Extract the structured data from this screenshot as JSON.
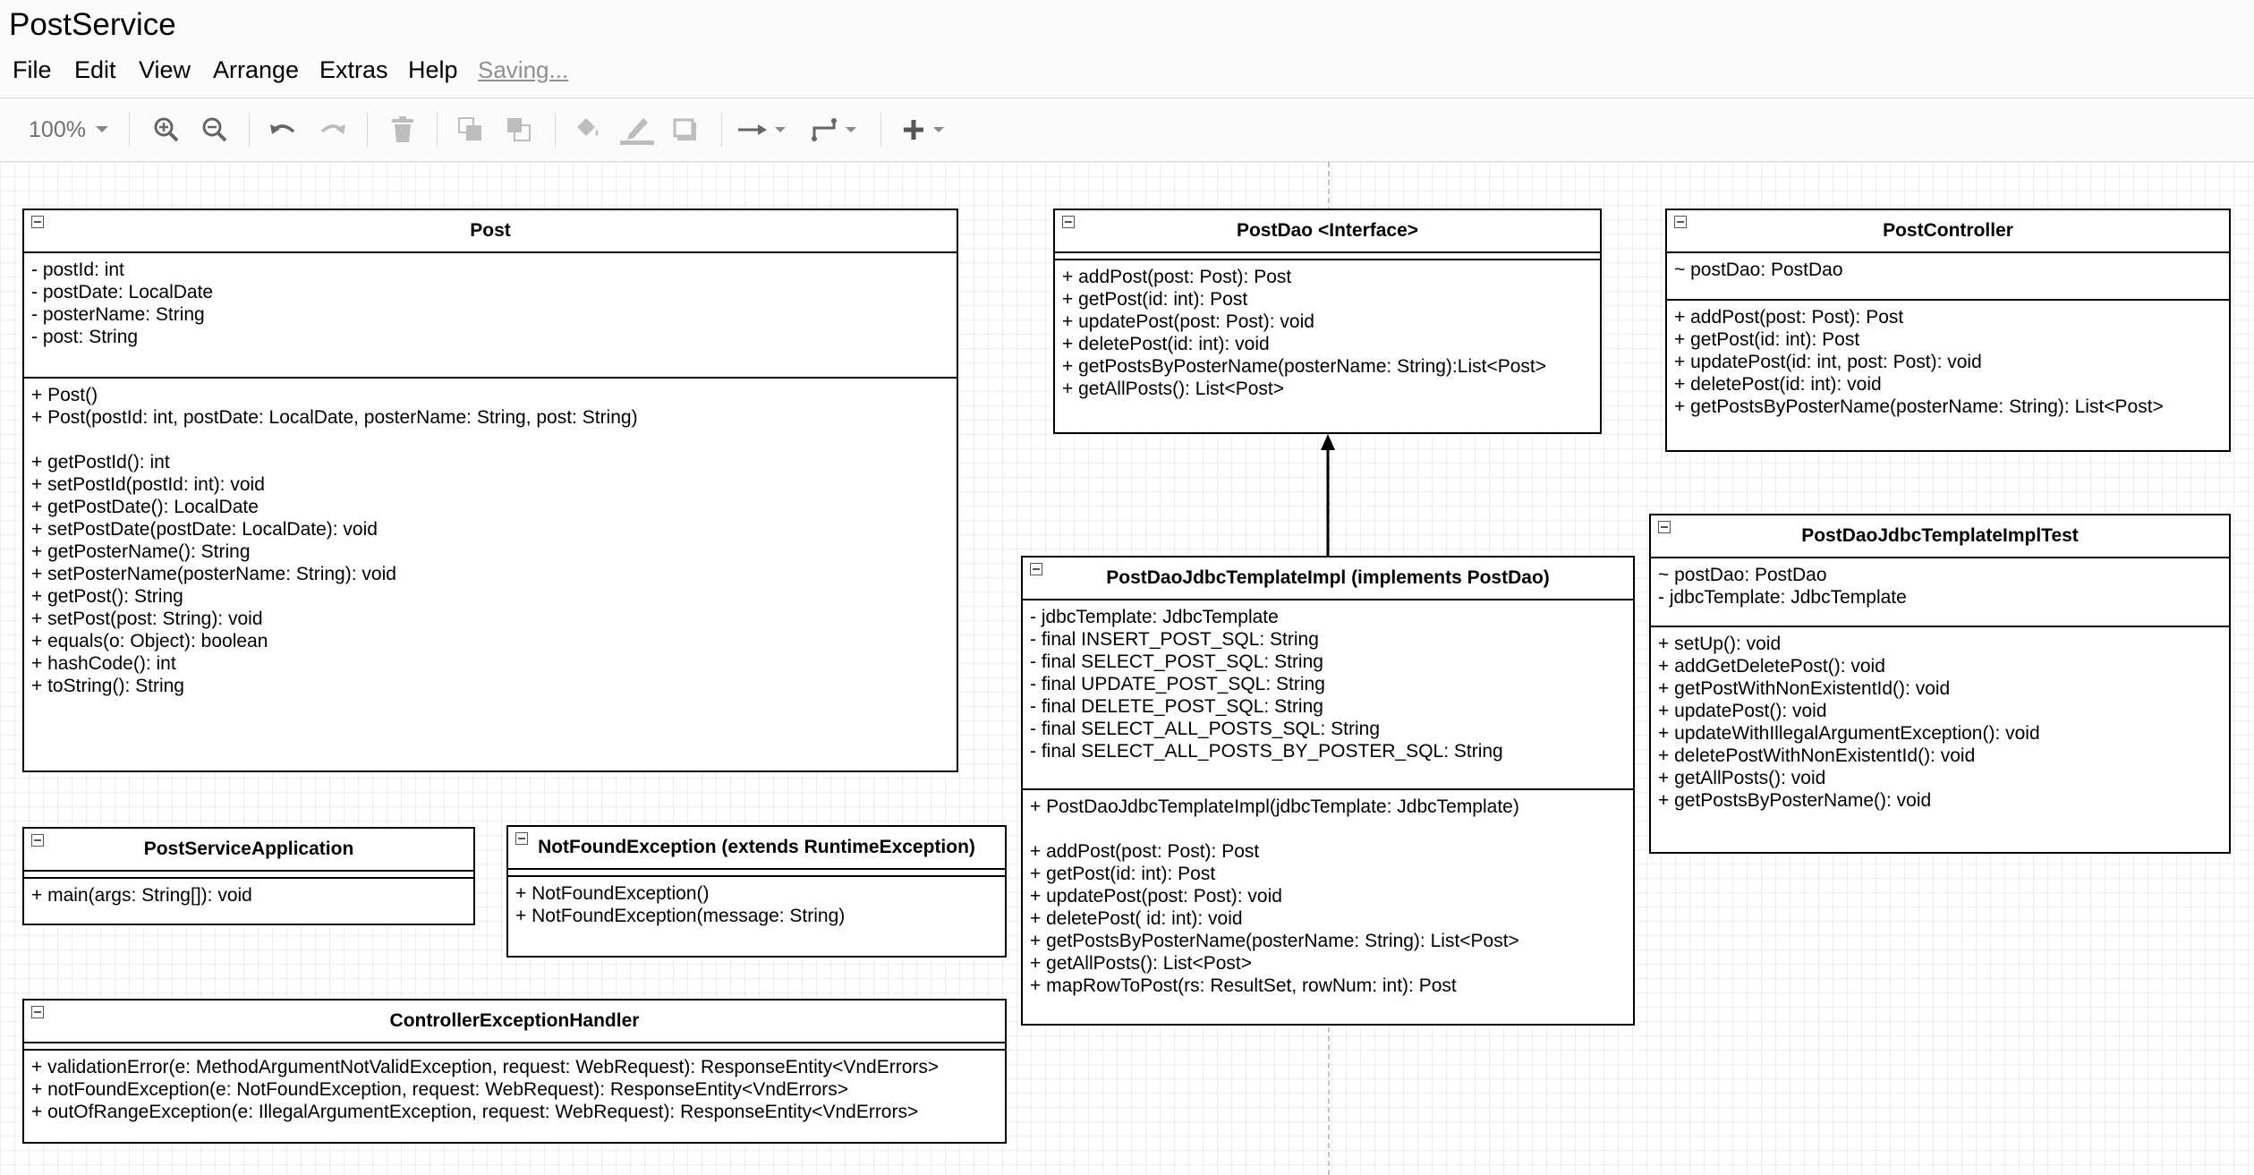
{
  "app": {
    "title": "PostService",
    "menu": [
      "File",
      "Edit",
      "View",
      "Arrange",
      "Extras",
      "Help"
    ],
    "status": "Saving..."
  },
  "toolbar": {
    "zoom": "100%",
    "icons": [
      "zoom-in-icon",
      "zoom-out-icon",
      "undo-icon",
      "redo-icon",
      "delete-icon",
      "to-front-icon",
      "to-back-icon",
      "fill-color-icon",
      "line-color-icon",
      "shadow-icon",
      "connection-icon",
      "waypoints-icon",
      "insert-icon"
    ]
  },
  "diagram": {
    "classes": [
      {
        "id": "post",
        "name": "Post",
        "fields": [
          "- postId: int",
          "- postDate: LocalDate",
          "- posterName: String",
          "- post: String"
        ],
        "methods": [
          "+ Post()",
          "+ Post(postId: int, postDate: LocalDate, posterName: String, post: String)",
          "",
          "+ getPostId(): int",
          "+ setPostId(postId: int): void",
          "+ getPostDate(): LocalDate",
          "+ setPostDate(postDate: LocalDate): void",
          "+ getPosterName(): String",
          "+ setPosterName(posterName: String): void",
          "+ getPost(): String",
          "+ setPost(post: String): void",
          "+ equals(o: Object): boolean",
          "+ hashCode(): int",
          "+ toString(): String"
        ]
      },
      {
        "id": "postdao",
        "name": "PostDao <Interface>",
        "fields": [],
        "methods": [
          "+ addPost(post: Post): Post",
          "+ getPost(id: int): Post",
          "+ updatePost(post: Post): void",
          "+ deletePost(id: int): void",
          "+ getPostsByPosterName(posterName: String):List<Post>",
          "+ getAllPosts(): List<Post>"
        ]
      },
      {
        "id": "postcontroller",
        "name": "PostController",
        "fields": [
          "~ postDao: PostDao"
        ],
        "methods": [
          "+ addPost(post: Post): Post",
          "+ getPost(id: int): Post",
          "+ updatePost(id: int, post: Post): void",
          "+ deletePost(id: int): void",
          "+ getPostsByPosterName(posterName: String): List<Post>"
        ]
      },
      {
        "id": "daoimpl",
        "name": "PostDaoJdbcTemplateImpl (implements PostDao)",
        "fields": [
          "- jdbcTemplate: JdbcTemplate",
          "- final INSERT_POST_SQL: String",
          "- final SELECT_POST_SQL: String",
          "- final UPDATE_POST_SQL: String",
          "- final DELETE_POST_SQL: String",
          "- final SELECT_ALL_POSTS_SQL: String",
          "- final SELECT_ALL_POSTS_BY_POSTER_SQL: String"
        ],
        "methods": [
          "+ PostDaoJdbcTemplateImpl(jdbcTemplate: JdbcTemplate)",
          "",
          "+ addPost(post: Post): Post",
          "+ getPost(id: int): Post",
          "+ updatePost(post: Post): void",
          "+ deletePost( id: int): void",
          "+ getPostsByPosterName(posterName: String): List<Post>",
          "+ getAllPosts(): List<Post>",
          "+ mapRowToPost(rs: ResultSet, rowNum: int): Post"
        ]
      },
      {
        "id": "daotest",
        "name": "PostDaoJdbcTemplateImplTest",
        "fields": [
          "~ postDao: PostDao",
          "- jdbcTemplate: JdbcTemplate"
        ],
        "methods": [
          "+ setUp(): void",
          "+ addGetDeletePost(): void",
          "+ getPostWithNonExistentId(): void",
          "+ updatePost(): void",
          "+ updateWithIllegalArgumentException(): void",
          "+ deletePostWithNonExistentId(): void",
          "+ getAllPosts(): void",
          "+ getPostsByPosterName(): void"
        ]
      },
      {
        "id": "app",
        "name": "PostServiceApplication",
        "fields": [],
        "methods": [
          "+ main(args: String[]): void"
        ]
      },
      {
        "id": "notfound",
        "name": "NotFoundException (extends RuntimeException)",
        "fields": [],
        "methods": [
          "+ NotFoundException()",
          "+ NotFoundException(message: String)"
        ]
      },
      {
        "id": "handler",
        "name": "ControllerExceptionHandler",
        "fields": [],
        "methods": [
          "+ validationError(e: MethodArgumentNotValidException, request: WebRequest): ResponseEntity<VndErrors>",
          "+ notFoundException(e: NotFoundException, request: WebRequest): ResponseEntity<VndErrors>",
          "+ outOfRangeException(e: IllegalArgumentException, request: WebRequest): ResponseEntity<VndErrors>"
        ]
      }
    ],
    "relations": [
      {
        "from": "daoimpl",
        "to": "postdao",
        "type": "implements-arrow"
      }
    ]
  }
}
